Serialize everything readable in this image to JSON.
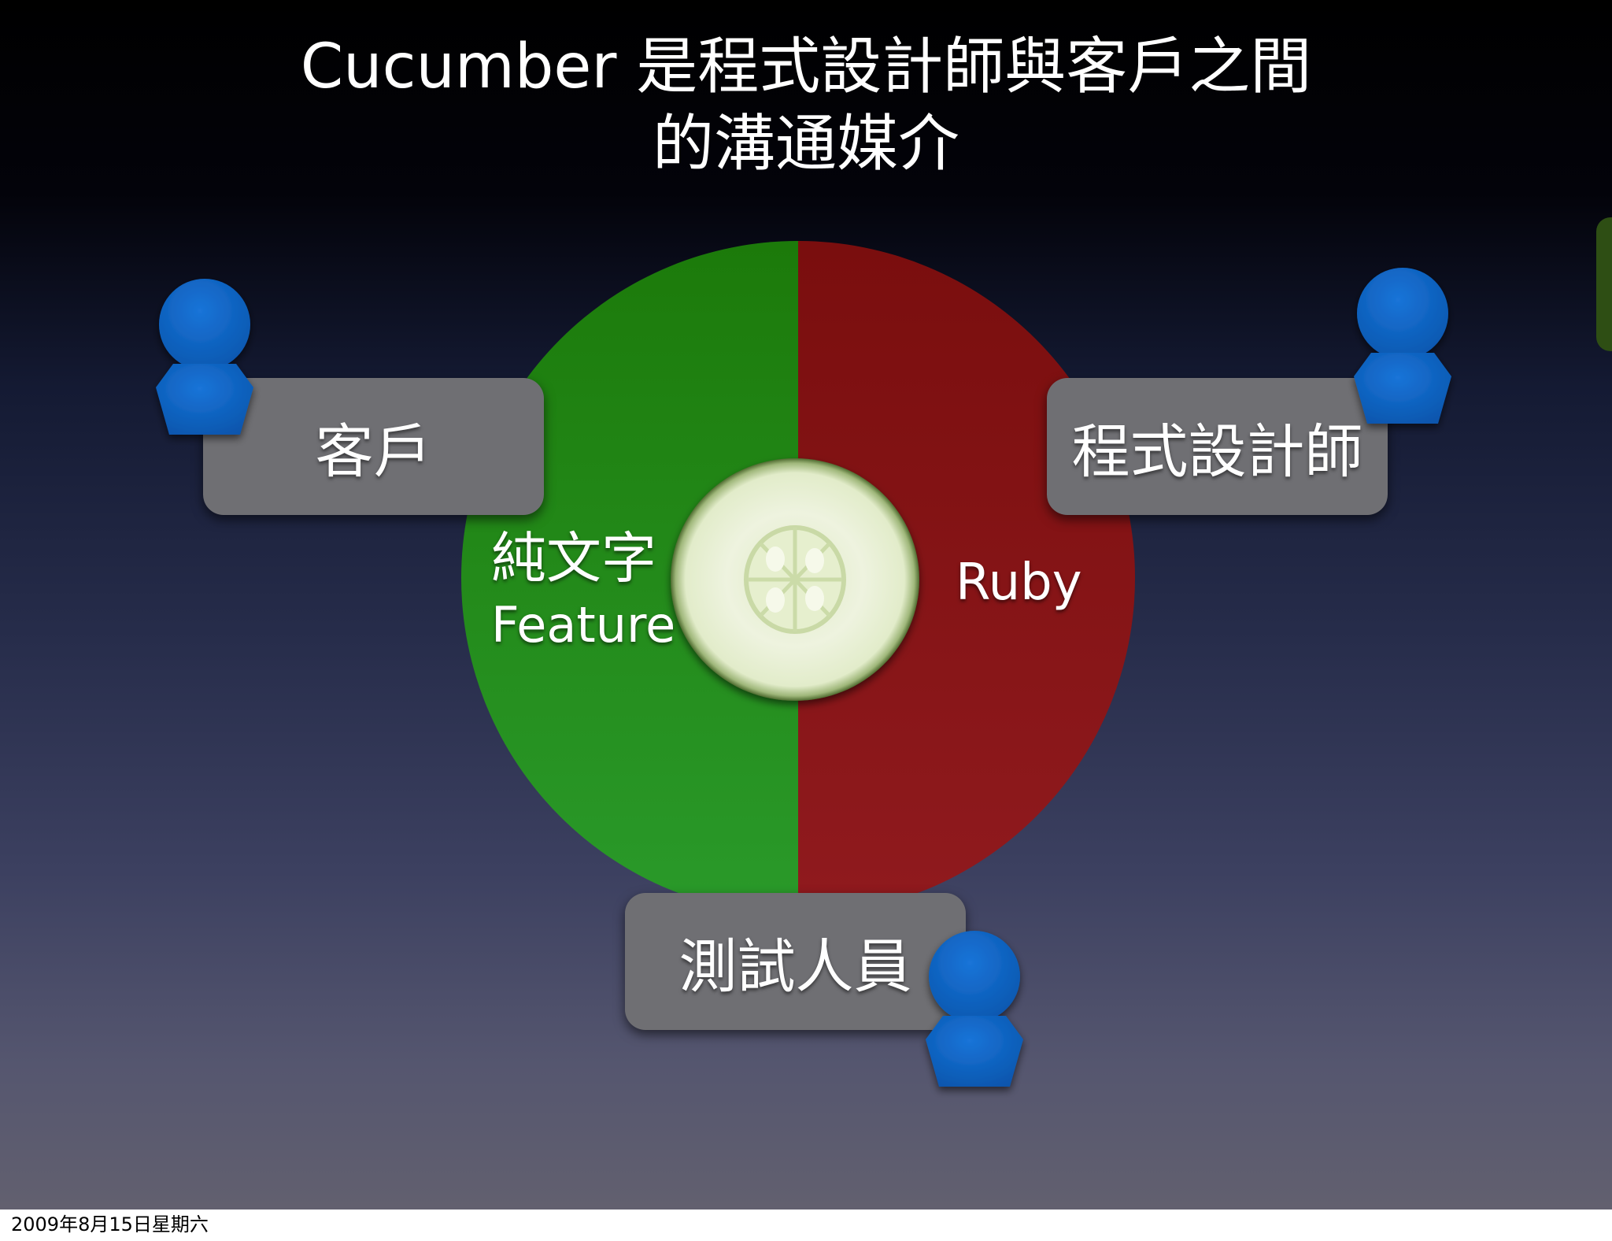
{
  "title": {
    "line1": "Cucumber 是程式設計師與客戶之間",
    "line2": "的溝通媒介"
  },
  "roles": {
    "customer": "客戶",
    "programmer": "程式設計師",
    "tester": "測試人員"
  },
  "circle": {
    "left_label_line1": "純文字",
    "left_label_line2": "Feature",
    "right_label": "Ruby",
    "left_color": "#1e7a0b",
    "right_color": "#8a1414",
    "center_icon": "cucumber-slice-icon"
  },
  "person_icon": "person-icon",
  "person_color": "#0a5fc0",
  "footer": {
    "date": "2009年8月15日星期六"
  }
}
